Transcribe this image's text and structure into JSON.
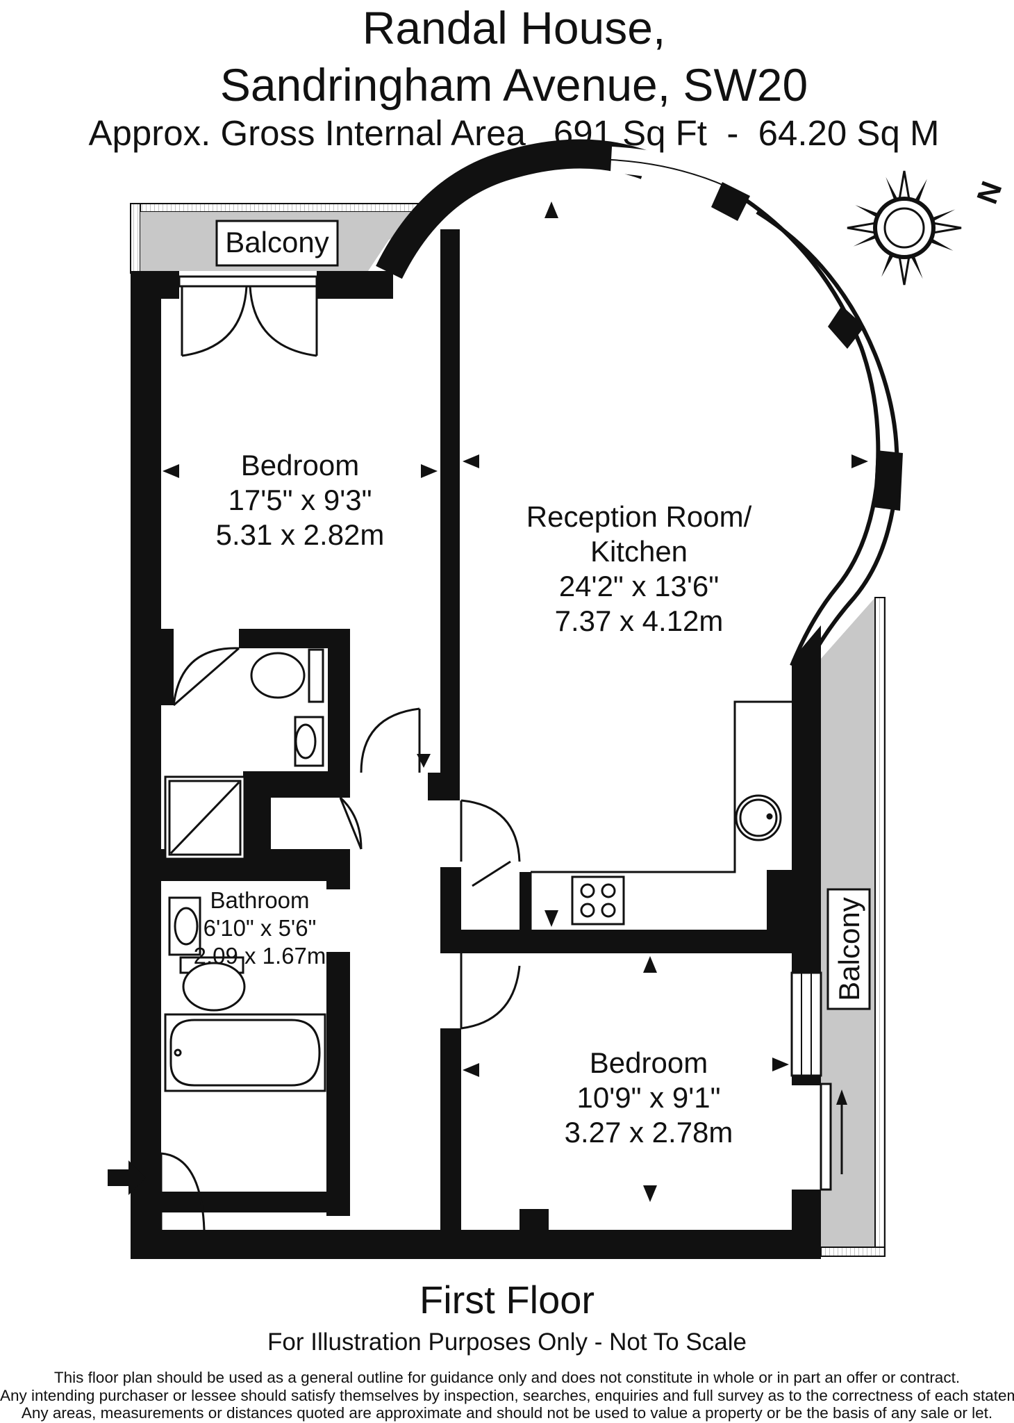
{
  "header": {
    "title_line1": "Randal House,",
    "title_line2": "Sandringham Avenue, SW20",
    "area_label": "Approx. Gross Internal Area",
    "area_sqft": "691 Sq Ft",
    "area_sep": "-",
    "area_sqm": "64.20 Sq M"
  },
  "rooms": {
    "bedroom1": {
      "name": "Bedroom",
      "imperial": "17'5\" x 9'3\"",
      "metric": "5.31 x 2.82m"
    },
    "reception": {
      "name_line1": "Reception Room/",
      "name_line2": "Kitchen",
      "imperial": "24'2\" x 13'6\"",
      "metric": "7.37 x 4.12m"
    },
    "bathroom": {
      "name": "Bathroom",
      "imperial": "6'10\" x 5'6\"",
      "metric": "2.09 x 1.67m"
    },
    "bedroom2": {
      "name": "Bedroom",
      "imperial": "10'9\" x 9'1\"",
      "metric": "3.27 x 2.78m"
    },
    "balcony_top": "Balcony",
    "balcony_right": "Balcony"
  },
  "compass": {
    "label": "N"
  },
  "colors": {
    "wall": "#111111",
    "balcony_fill": "#c8c8c8",
    "background": "#ffffff"
  },
  "footer": {
    "floor_name": "First Floor",
    "illustration_note": "For Illustration Purposes Only - Not To Scale",
    "disclaimer_line1": "This floor plan should be used as a general outline for guidance only and does not constitute in whole or in part an offer or contract.",
    "disclaimer_line2": "Any intending purchaser or lessee should satisfy themselves by inspection, searches, enquiries and full survey as to the correctness of each statement.",
    "disclaimer_line3": "Any areas, measurements or distances quoted are approximate and should not be used to value a property or be the basis of any sale or let."
  }
}
